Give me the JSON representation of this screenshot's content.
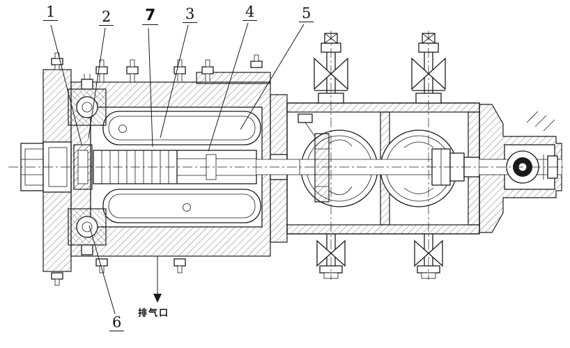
{
  "figure": {
    "background": "#ffffff",
    "ink": "#1a1a1a",
    "callouts": [
      {
        "id": "1"
      },
      {
        "id": "2"
      },
      {
        "id": "7"
      },
      {
        "id": "3"
      },
      {
        "id": "4"
      },
      {
        "id": "5"
      },
      {
        "id": "6"
      }
    ],
    "exhaust_port_label": "排气口"
  }
}
